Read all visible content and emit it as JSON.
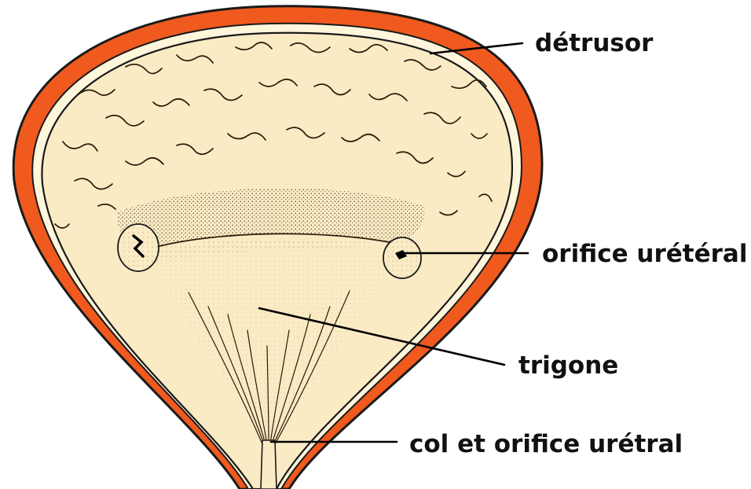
{
  "labels": {
    "detrusor": "détrusor",
    "ureteral_orifice": "orifice urétéral",
    "trigone": "trigone",
    "neck_urethral_orifice": "col et orifice urétral"
  },
  "colors": {
    "detrusor_muscle": "#f05a1e",
    "mucosa": "#fbebc4",
    "serosa_gap": "#fff6dc",
    "outline": "#1a1a1a"
  }
}
